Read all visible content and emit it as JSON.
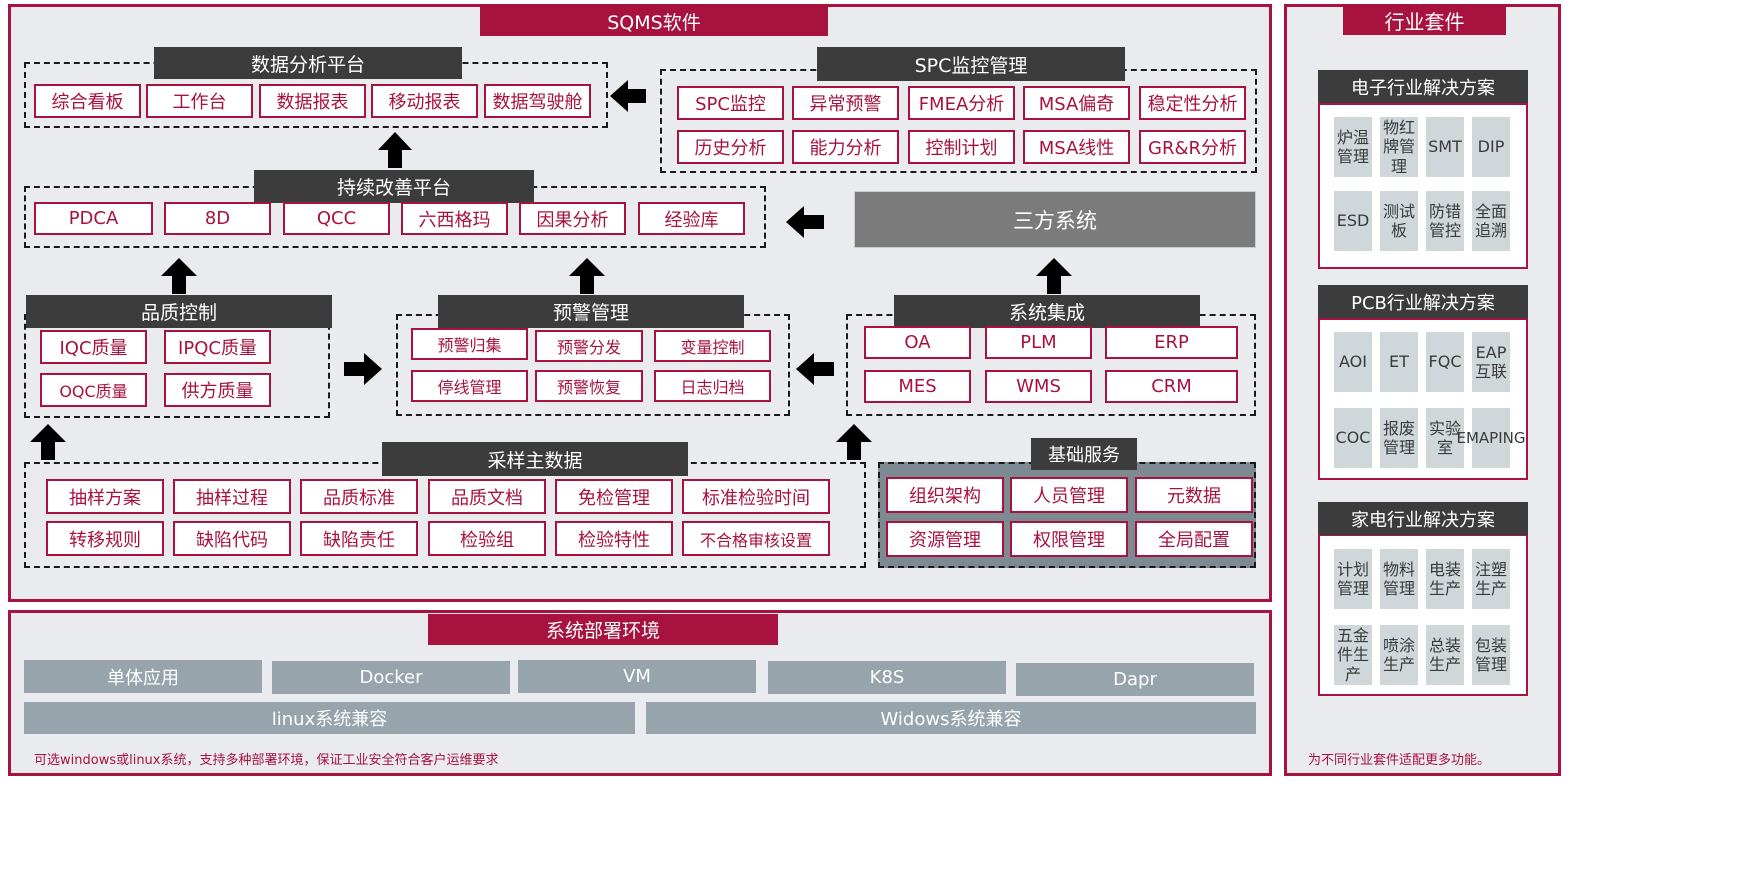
{
  "sqms": {
    "title": "SQMS软件",
    "data_analysis": {
      "title": "数据分析平台",
      "items": [
        "综合看板",
        "工作台",
        "数据报表",
        "移动报表",
        "数据驾驶舱"
      ]
    },
    "spc": {
      "title": "SPC监控管理",
      "items": [
        "SPC监控",
        "异常预警",
        "FMEA分析",
        "MSA偏奇",
        "稳定性分析",
        "历史分析",
        "能力分析",
        "控制计划",
        "MSA线性",
        "GR&R分析"
      ]
    },
    "improvement": {
      "title": "持续改善平台",
      "items": [
        "PDCA",
        "8D",
        "QCC",
        "六西格玛",
        "因果分析",
        "经验库"
      ]
    },
    "third_party": "三方系统",
    "quality_control": {
      "title": "品质控制",
      "items": [
        "IQC质量",
        "IPQC质量",
        "OQC质量",
        "供方质量"
      ]
    },
    "warning": {
      "title": "预警管理",
      "items": [
        "预警归集",
        "预警分发",
        "变量控制",
        "停线管理",
        "预警恢复",
        "日志归档"
      ]
    },
    "integration": {
      "title": "系统集成",
      "items": [
        "OA",
        "PLM",
        "ERP",
        "MES",
        "WMS",
        "CRM"
      ]
    },
    "sampling": {
      "title": "采样主数据",
      "items": [
        "抽样方案",
        "抽样过程",
        "品质标准",
        "品质文档",
        "免检管理",
        "标准检验时间",
        "转移规则",
        "缺陷代码",
        "缺陷责任",
        "检验组",
        "检验特性",
        "不合格审核设置"
      ]
    },
    "base": {
      "title": "基础服务",
      "items": [
        "组织架构",
        "人员管理",
        "元数据",
        "资源管理",
        "权限管理",
        "全局配置"
      ]
    }
  },
  "deploy": {
    "title": "系统部署环境",
    "row1": [
      "单体应用",
      "Docker",
      "VM",
      "K8S",
      "Dapr"
    ],
    "row2": [
      "linux系统兼容",
      "Widows系统兼容"
    ],
    "note": "可选windows或linux系统，支持多种部署环境，保证工业安全符合客户运维要求"
  },
  "industry": {
    "title": "行业套件",
    "electronics": {
      "title": "电子行业解决方案",
      "items": [
        "炉温管理",
        "物红牌管理",
        "SMT",
        "DIP",
        "ESD",
        "测试板",
        "防错管控",
        "全面追溯"
      ]
    },
    "pcb": {
      "title": "PCB行业解决方案",
      "items": [
        "AOI",
        "ET",
        "FQC",
        "EAP互联",
        "COC",
        "报废管理",
        "实验室",
        "EMAPING"
      ]
    },
    "appliance": {
      "title": "家电行业解决方案",
      "items": [
        "计划管理",
        "物料管理",
        "电装生产",
        "注塑生产",
        "五金件生产",
        "喷涂生产",
        "总装生产",
        "包装管理"
      ]
    },
    "note": "为不同行业套件适配更多功能。"
  },
  "colors": {
    "accent": "#a8123e",
    "dark": "#3c3c3c",
    "panel_bg": "#e9ebee",
    "gray": "#97a4ac",
    "tile": "#cfd7da"
  }
}
